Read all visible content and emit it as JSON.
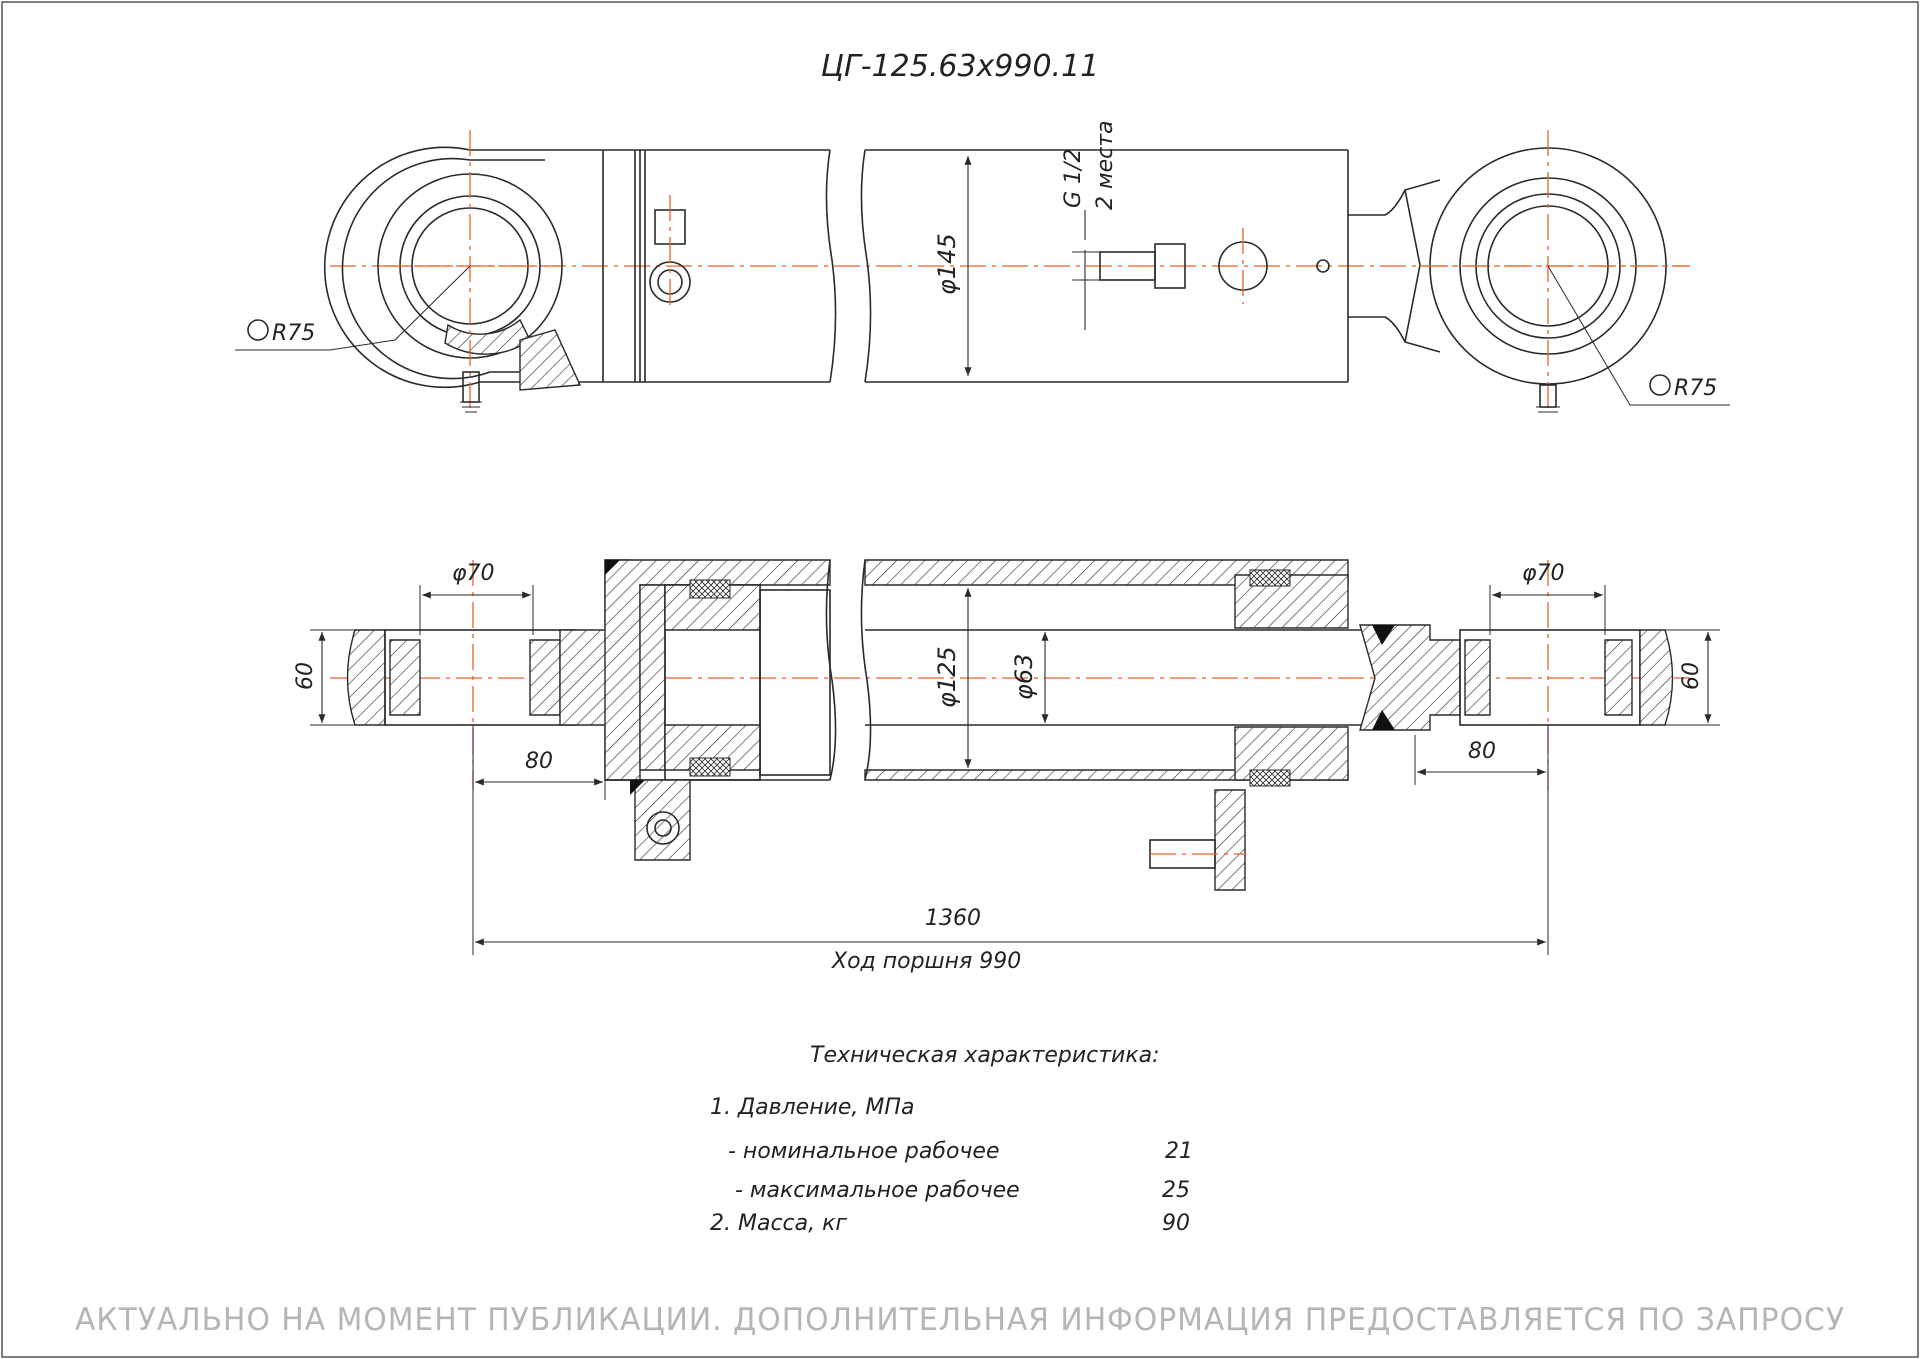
{
  "drawing": {
    "title": "ЦГ-125.63х990.11",
    "labels": {
      "radius_left": "R75",
      "radius_right": "R75",
      "outer_diameter": "φ145",
      "port_thread": "G 1/2",
      "port_count": "2 места",
      "bore_left": "φ70",
      "bore_right": "φ70",
      "width_left": "60",
      "width_right": "60",
      "offset_left": "80",
      "offset_right": "80",
      "cylinder_diameter": "φ125",
      "rod_diameter": "φ63",
      "overall_length": "1360",
      "stroke": "Ход поршня 990"
    }
  },
  "specs": {
    "heading": "Техническая характеристика:",
    "pressure_label": "1. Давление, МПа",
    "nominal_label": "- номинальное рабочее",
    "nominal_value": "21",
    "max_label": "- максимальное рабочее",
    "max_value": "25",
    "mass_label": "2. Масса, кг",
    "mass_value": "90"
  },
  "watermark": "АКТУАЛЬНО НА МОМЕНТ ПУБЛИКАЦИИ. ДОПОЛНИТЕЛЬНАЯ ИНФОРМАЦИЯ ПРЕДОСТАВЛЯЕТСЯ ПО ЗАПРОСУ",
  "colors": {
    "axis": "#e8622a",
    "line": "#2a2a2a",
    "watermark": "#b5b5b5"
  }
}
